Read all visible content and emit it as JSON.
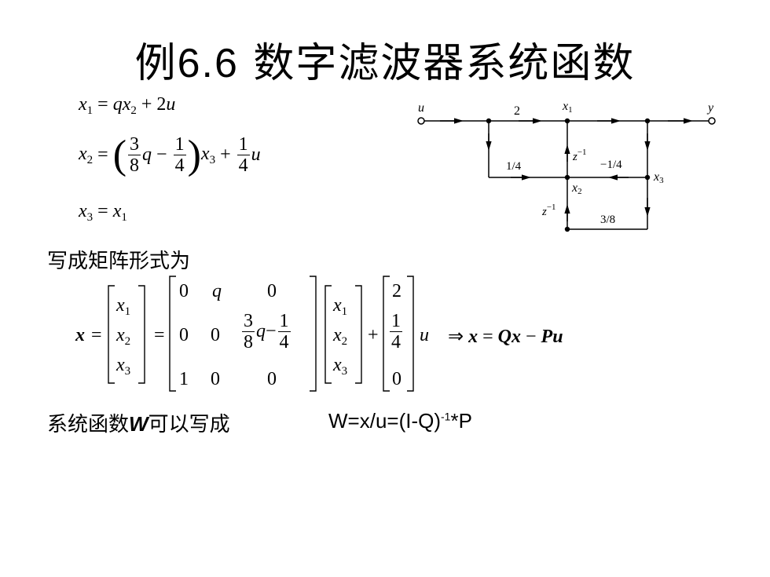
{
  "title": {
    "prefix": "例",
    "number": "6.6",
    "rest": "数字滤波器系统函数"
  },
  "equations": {
    "eq1": {
      "lhs": "x",
      "lhs_sub": "1",
      "eq": "=",
      "q": "q",
      "x": "x",
      "x_sub": "2",
      "plus": "+",
      "coef": "2",
      "u": "u"
    },
    "eq2": {
      "lhs": "x",
      "lhs_sub": "2",
      "eq": "=",
      "f1n": "3",
      "f1d": "8",
      "q": "q",
      "minus": "−",
      "f2n": "1",
      "f2d": "4",
      "x": "x",
      "x_sub": "3",
      "plus": "+",
      "f3n": "1",
      "f3d": "4",
      "u": "u"
    },
    "eq3": {
      "lhs": "x",
      "lhs_sub": "3",
      "eq": "=",
      "rhs": "x",
      "rhs_sub": "1"
    }
  },
  "matrix_intro": "写成矩阵形式为",
  "matrix": {
    "lhs": "x",
    "eq": "=",
    "vec": [
      {
        "v": "x",
        "s": "1"
      },
      {
        "v": "x",
        "s": "2"
      },
      {
        "v": "x",
        "s": "3"
      }
    ],
    "Q": [
      [
        "0",
        "q",
        "0"
      ],
      [
        "0",
        "0",
        ""
      ],
      [
        "1",
        "0",
        "0"
      ]
    ],
    "Q_mid": {
      "n1": "3",
      "d1": "8",
      "q": "q",
      "m": "−",
      "n2": "1",
      "d2": "4"
    },
    "plus": "+",
    "P": [
      "2",
      "",
      "0"
    ],
    "P_mid": {
      "n": "1",
      "d": "4"
    },
    "u": "u",
    "result": {
      "arrow": "⇒",
      "x": "x",
      "eq": "=",
      "Q": "Q",
      "x2": "x",
      "minus": "−",
      "P": "P",
      "u": "u"
    }
  },
  "system_fn": {
    "label": "系统函数",
    "W": "W",
    "rest": "可以写成",
    "formula_a": "W=x/u=(I-Q)",
    "formula_sup": "-1",
    "formula_b": "*P"
  },
  "diagram": {
    "node_u": "u",
    "node_y": "y",
    "node_x1": "x",
    "node_x1_sub": "1",
    "node_x2": "x",
    "node_x2_sub": "2",
    "node_x3": "x",
    "node_x3_sub": "3",
    "gain_2": "2",
    "gain_1_4": "1/4",
    "gain_neg_1_4": "−1/4",
    "gain_3_8": "3/8",
    "delay_1": "z",
    "delay_1_sup": "−1",
    "delay_2": "z",
    "delay_2_sup": "−1"
  }
}
